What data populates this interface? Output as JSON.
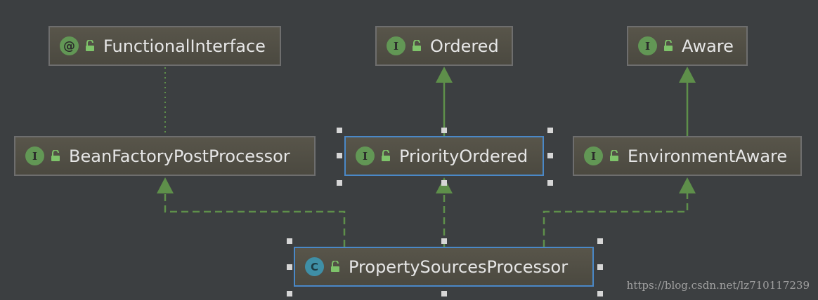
{
  "nodes": [
    {
      "id": "functional-interface",
      "kind": "annotation",
      "badge": "@",
      "label": "FunctionalInterface"
    },
    {
      "id": "ordered",
      "kind": "interface",
      "badge": "I",
      "label": "Ordered"
    },
    {
      "id": "aware",
      "kind": "interface",
      "badge": "I",
      "label": "Aware"
    },
    {
      "id": "bean-factory-post-processor",
      "kind": "interface",
      "badge": "I",
      "label": "BeanFactoryPostProcessor"
    },
    {
      "id": "priority-ordered",
      "kind": "interface",
      "badge": "I",
      "label": "PriorityOrdered",
      "selected": true
    },
    {
      "id": "environment-aware",
      "kind": "interface",
      "badge": "I",
      "label": "EnvironmentAware"
    },
    {
      "id": "property-sources-processor",
      "kind": "class",
      "badge": "C",
      "label": "PropertySourcesProcessor",
      "selected": true
    }
  ],
  "edges": [
    {
      "from": "bean-factory-post-processor",
      "to": "functional-interface",
      "style": "annotation-dotted"
    },
    {
      "from": "priority-ordered",
      "to": "ordered",
      "style": "extends-solid"
    },
    {
      "from": "environment-aware",
      "to": "aware",
      "style": "extends-solid"
    },
    {
      "from": "property-sources-processor",
      "to": "bean-factory-post-processor",
      "style": "implements-dashed"
    },
    {
      "from": "property-sources-processor",
      "to": "priority-ordered",
      "style": "implements-dashed"
    },
    {
      "from": "property-sources-processor",
      "to": "environment-aware",
      "style": "implements-dashed"
    }
  ],
  "colors": {
    "background": "#3c3f41",
    "edge": "#5e8f4a",
    "selection": "#4a88c7",
    "interface_badge": "#629755",
    "class_badge": "#3f8fa6"
  },
  "watermark": "https://blog.csdn.net/lz710117239"
}
